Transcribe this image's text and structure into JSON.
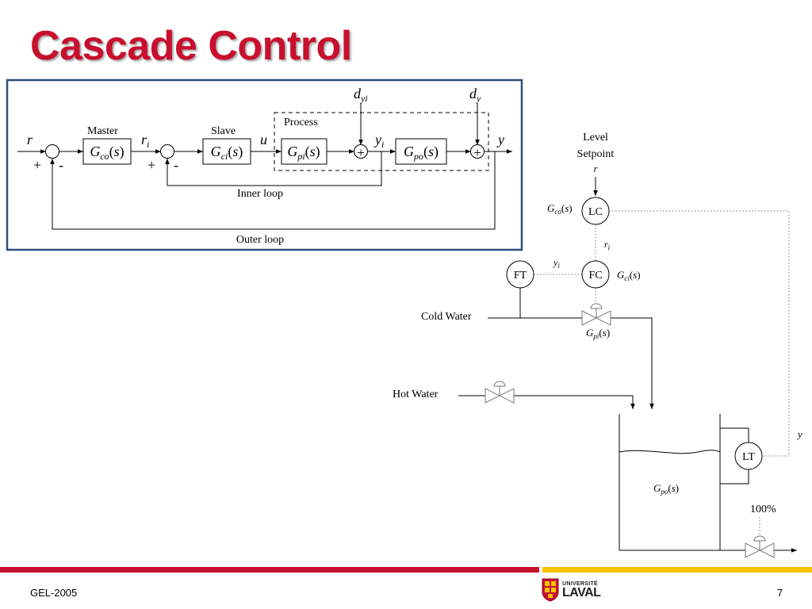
{
  "slide": {
    "title": "Cascade Control",
    "footer_left": "GEL-2005",
    "page_number": "7",
    "logo": {
      "line1": "UNIVERSITÉ",
      "line2": "LAVAL"
    },
    "colors": {
      "title": "#c8102e",
      "box_border": "#2f4f7a",
      "bar_red": "#c8102e",
      "bar_yellow": "#f5c400"
    }
  },
  "block_diagram": {
    "r": "r",
    "master_label": "Master",
    "gco": "Gco(s)",
    "ri": "ri",
    "slave_label": "Slave",
    "gci": "Gci(s)",
    "u": "u",
    "process_label": "Process",
    "gpi": "Gpi(s)",
    "dyi": "dyi",
    "yi": "yi",
    "gpo": "Gpo(s)",
    "dy": "dy",
    "y": "y",
    "plus": "+",
    "minus": "-",
    "inner_loop": "Inner loop",
    "outer_loop": "Outer loop"
  },
  "pid": {
    "level_setpoint_line1": "Level",
    "level_setpoint_line2": "Setpoint",
    "r": "r",
    "gco": "Gco(s)",
    "lc": "LC",
    "ri": "ri",
    "yi": "yi",
    "ft": "FT",
    "fc": "FC",
    "gci": "Gci(s)",
    "cold_water": "Cold Water",
    "gpi": "Gpi(s)",
    "hot_water": "Hot Water",
    "y": "y",
    "lt": "LT",
    "gpo": "Gpo(s)",
    "valve_opening": "100%"
  }
}
